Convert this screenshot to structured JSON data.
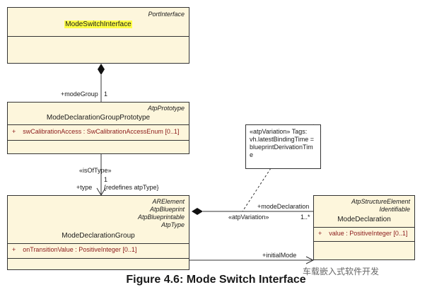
{
  "port_interface": {
    "stereotype": "PortInterface",
    "name": "ModeSwitchInterface"
  },
  "group_prototype": {
    "stereotype": "AtpPrototype",
    "name": "ModeDeclarationGroupPrototype",
    "attribute": {
      "visibility": "+",
      "text": "swCalibrationAccess : SwCalibrationAccessEnum [0..1]"
    }
  },
  "mode_group_assoc": {
    "role": "+modeGroup",
    "multiplicity": "1"
  },
  "type_assoc": {
    "stereotype": "«isOfType»",
    "multiplicity": "1",
    "role": "+type",
    "constraint": "{redefines atpType}"
  },
  "declaration_group": {
    "stereotypes": [
      "ARElement",
      "AtpBlueprint",
      "AtpBlueprintable",
      "AtpType"
    ],
    "name": "ModeDeclarationGroup",
    "attribute": {
      "visibility": "+",
      "text": "onTransitionValue : PositiveInteger [0..1]"
    }
  },
  "mode_declaration": {
    "stereotypes": [
      "AtpStructureElement",
      "Identifiable"
    ],
    "name": "ModeDeclaration",
    "attribute": {
      "visibility": "+",
      "text": "value : PositiveInteger [0..1]"
    }
  },
  "mode_declaration_assoc": {
    "role": "+modeDeclaration",
    "stereotype": "«atpVariation»",
    "multiplicity": "1..*"
  },
  "initial_mode_assoc": {
    "role": "+initialMode"
  },
  "note": {
    "lines": [
      "«atpVariation» Tags:",
      "vh.latestBindingTime =",
      "blueprintDerivationTim",
      "e"
    ]
  },
  "caption": "Figure 4.6: Mode Switch Interface",
  "watermark": "车载嵌入式软件开发",
  "colors": {
    "class_fill": "#fdf6dc",
    "attribute_text": "#8b1a1a",
    "highlight": "#ffff44"
  }
}
